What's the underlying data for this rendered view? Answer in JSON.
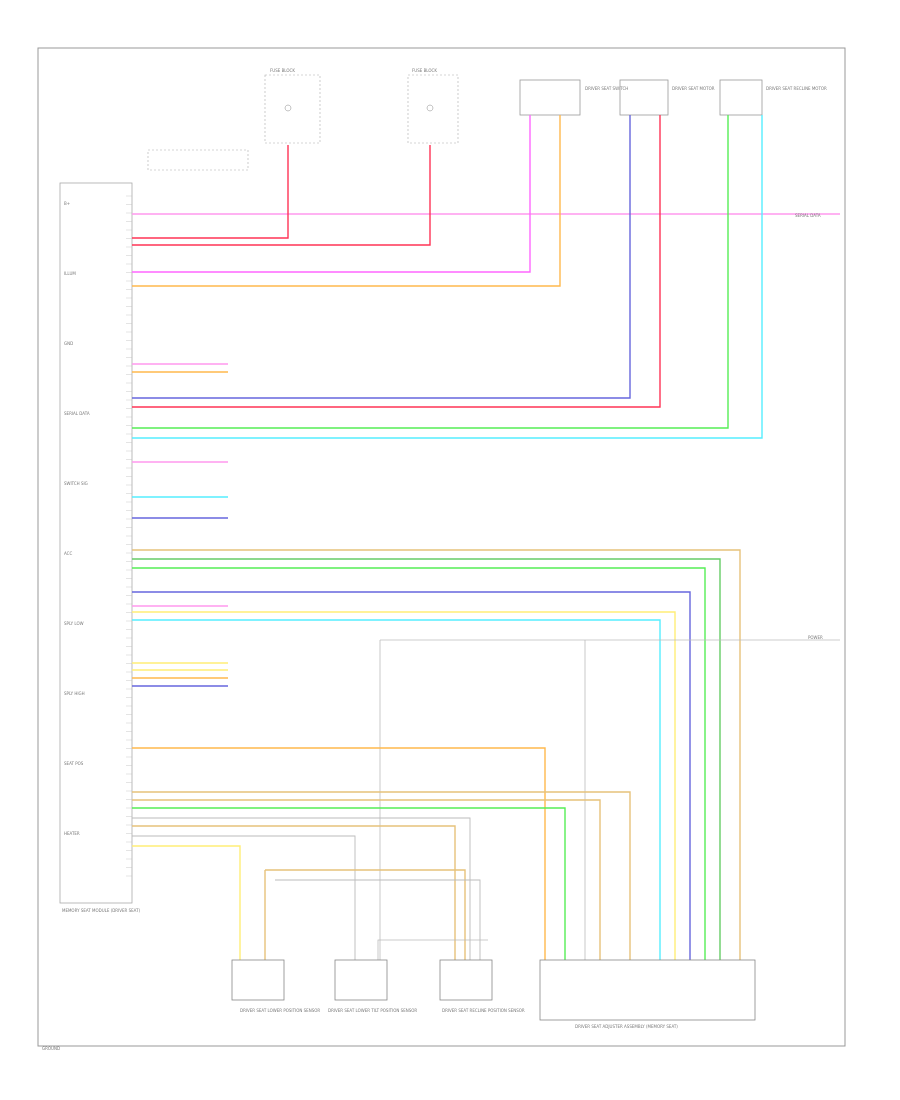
{
  "diagram": {
    "border_color": "#999999",
    "ground_label": "GROUND",
    "module_label": "MEMORY SEAT MODULE (DRIVER SEAT)",
    "module_pins": [
      "B+",
      "ILLUM",
      "GND",
      "SERIAL DATA",
      "SWITCH SIG",
      "ACC",
      "SPLY LOW",
      "SPLY HIGH",
      "SEAT POS",
      "HEATER"
    ],
    "bus_label": "SERIAL DATA",
    "system_label": "POWER",
    "sensors": [
      {
        "label": "DRIVER SEAT LOWER POSITION SENSOR"
      },
      {
        "label": "DRIVER SEAT LOWER TILT POSITION SENSOR"
      },
      {
        "label": "DRIVER SEAT RECLINE POSITION SENSOR"
      }
    ],
    "adjuster_label": "DRIVER SEAT ADJUSTER ASSEMBLY (MEMORY SEAT)",
    "top_connectors": [
      {
        "label": "FUSE BLOCK"
      },
      {
        "label": "FUSE BLOCK"
      },
      {
        "label": "DRIVER SEAT SWITCH"
      },
      {
        "label": "DRIVER SEAT MOTOR"
      },
      {
        "label": "DRIVER SEAT RECLINE MOTOR"
      }
    ],
    "colors": {
      "pink": "#ff66ff",
      "red": "#ff3355",
      "orange": "#ffb84d",
      "blue": "#6666dd",
      "green": "#55ee55",
      "cyan": "#55eeff",
      "yellow": "#ffee77",
      "tan": "#e6c27a",
      "gray": "#bbbbbb",
      "dark_green": "#66cc66",
      "light_pink": "#ff99ee"
    }
  }
}
